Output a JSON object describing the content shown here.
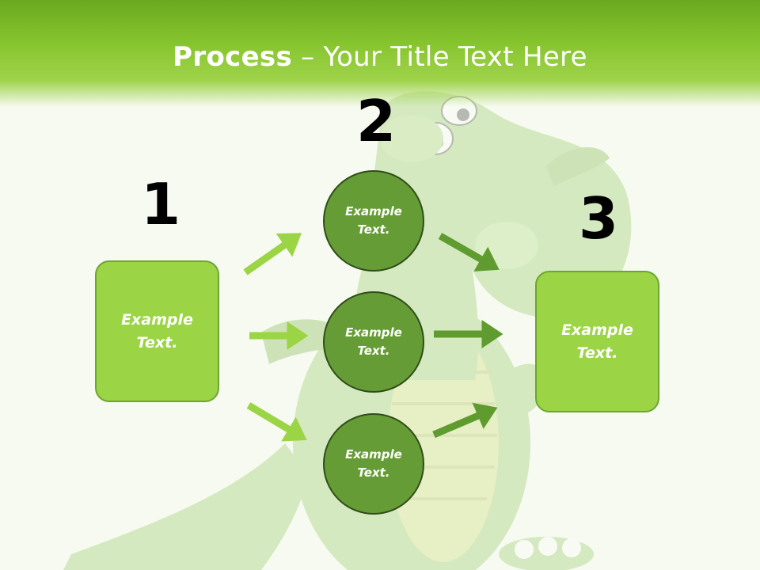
{
  "title": {
    "bold": "Process",
    "rest": " – Your Title Text Here"
  },
  "steps": {
    "one": "1",
    "two": "2",
    "three": "3"
  },
  "boxes": {
    "left": "Example\nText.",
    "right": "Example\nText."
  },
  "circles": {
    "top": "Example\nText.",
    "middle": "Example\nText.",
    "bottom": "Example\nText."
  },
  "colors": {
    "header": "#86c42e",
    "box_fill": "#9bd445",
    "circle_fill": "#669c35",
    "arrow_light": "#9bd445",
    "arrow_dark": "#5f9b2e"
  },
  "icons": {
    "background": "cartoon-dragon-icon"
  }
}
